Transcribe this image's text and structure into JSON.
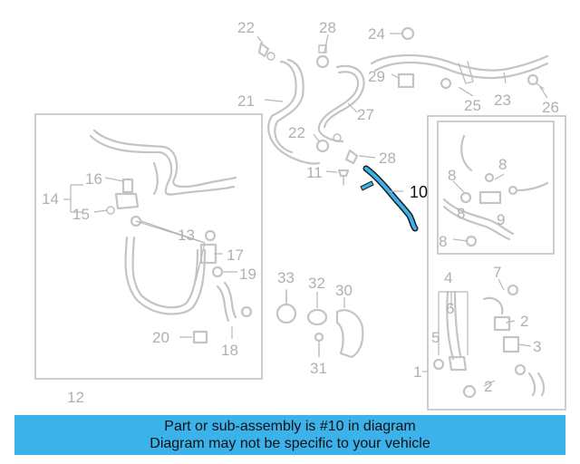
{
  "callouts": {
    "c1": "1",
    "c2a": "2",
    "c2b": "2",
    "c3": "3",
    "c4": "4",
    "c5": "5",
    "c6": "6",
    "c7": "7",
    "c8a": "8",
    "c8b": "8",
    "c8c": "8",
    "c8d": "8",
    "c9": "9",
    "c10": "10",
    "c11": "11",
    "c12": "12",
    "c13": "13",
    "c14": "14",
    "c15": "15",
    "c16": "16",
    "c17": "17",
    "c18": "18",
    "c19": "19",
    "c20": "20",
    "c21": "21",
    "c22a": "22",
    "c22b": "22",
    "c23": "23",
    "c24": "24",
    "c25": "25",
    "c26": "26",
    "c27": "27",
    "c28a": "28",
    "c28b": "28",
    "c29": "29",
    "c30": "30",
    "c31": "31",
    "c32": "32",
    "c33": "33"
  },
  "highlight": {
    "part_number": "10",
    "color": "#3bb2ea"
  },
  "banner": {
    "line1": "Part or sub-assembly is #10 in diagram",
    "line2": "Diagram may not be specific to your vehicle",
    "background": "#3bb2ea"
  }
}
